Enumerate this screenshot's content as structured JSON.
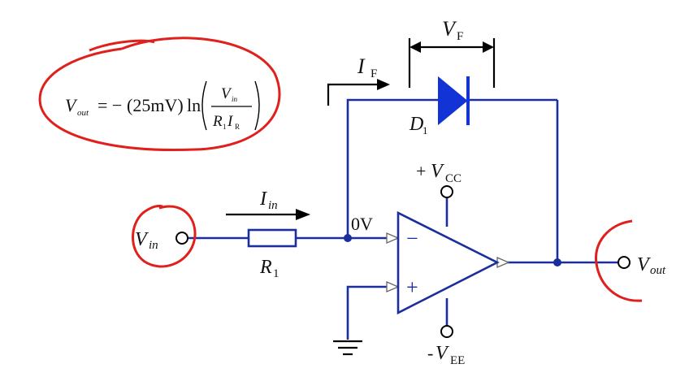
{
  "formula": {
    "lhs": "V",
    "lhs_sub": "out",
    "equals_minus": "= −",
    "coefficient": "(25mV)",
    "func": "ln",
    "num": "V",
    "num_sub": "in",
    "den_r": "R",
    "den_r_sub": "1",
    "den_i": "I",
    "den_i_sub": "R"
  },
  "labels": {
    "vf": "V",
    "vf_sub": "F",
    "if": "I",
    "if_sub": "F",
    "d1": "D",
    "d1_sub": "1",
    "vcc_prefix": "+",
    "vcc": "V",
    "vcc_sub": "CC",
    "vee_prefix": "-",
    "vee": "V",
    "vee_sub": "EE",
    "iin": "I",
    "iin_sub": "in",
    "zero_v": "0V",
    "vin": "V",
    "vin_sub": "in",
    "r1": "R",
    "r1_sub": "1",
    "vout": "V",
    "vout_sub": "out",
    "minus_sign": "−",
    "plus_sign": "+"
  },
  "colors": {
    "wire": "#1a2e9c",
    "diode": "#1233d6",
    "annotation": "#e0201c"
  }
}
